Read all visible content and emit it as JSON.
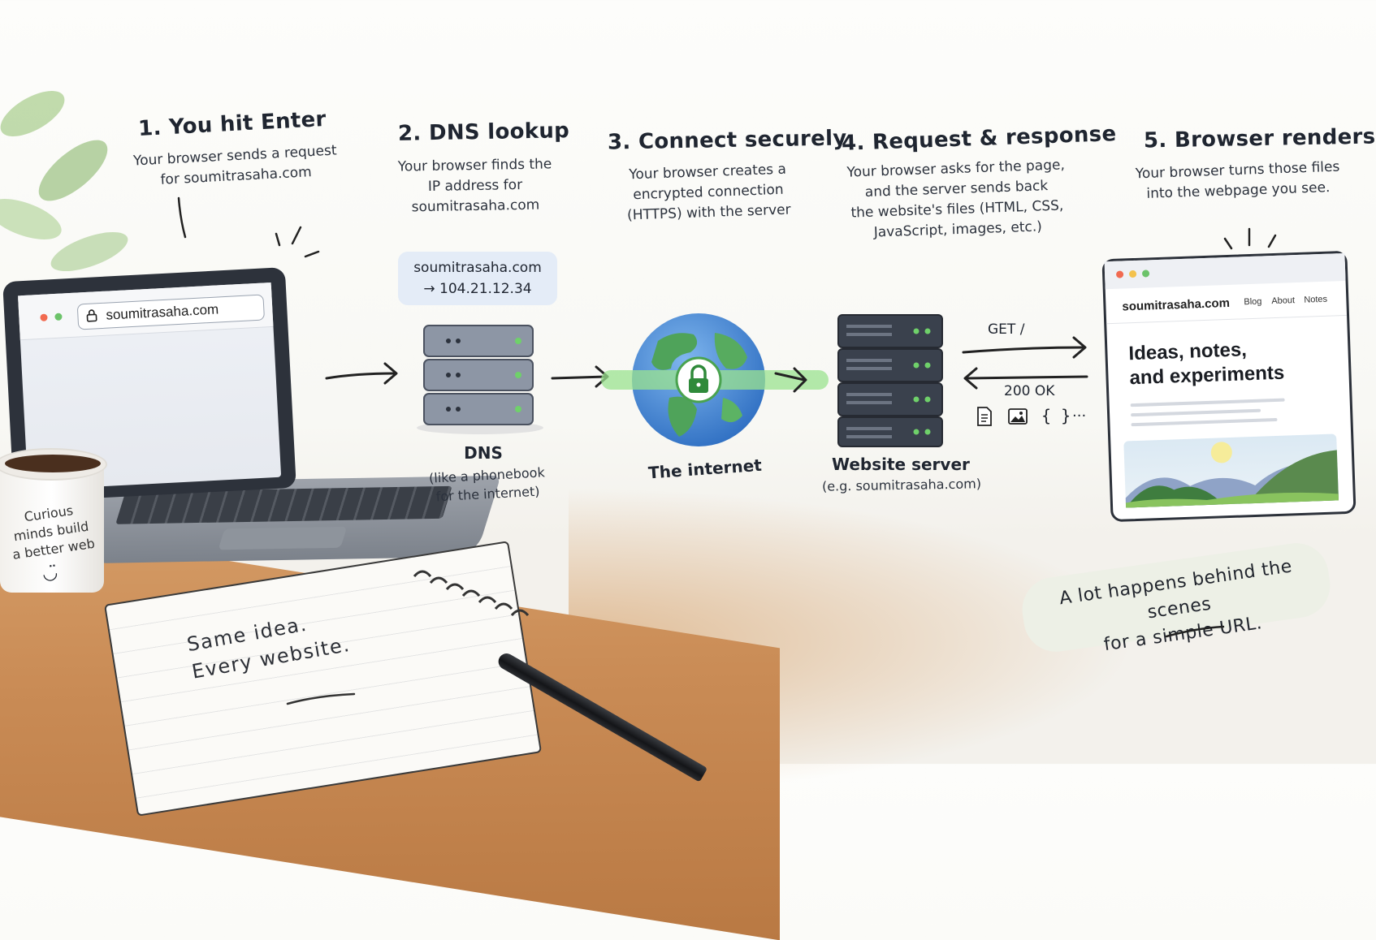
{
  "steps": [
    {
      "title": "1. You hit Enter",
      "desc": "Your browser sends a request\nfor soumitrasaha.com"
    },
    {
      "title": "2. DNS lookup",
      "desc": "Your browser finds the\nIP address for\nsoumitrasaha.com"
    },
    {
      "title": "3. Connect securely",
      "desc": "Your browser creates a\nencrypted connection\n(HTTPS) with the server"
    },
    {
      "title": "4. Request & response",
      "desc": "Your browser asks for the page,\nand the server sends back\nthe website's files (HTML, CSS,\nJavaScript, images, etc.)"
    },
    {
      "title": "5. Browser renders",
      "desc": "Your browser turns those files\ninto the webpage you see."
    }
  ],
  "laptop": {
    "url": "soumitrasaha.com",
    "icon": "lock-icon"
  },
  "dns": {
    "record_domain": "soumitrasaha.com",
    "record_ip": "→ 104.21.12.34",
    "caption": "DNS",
    "subcaption": "(like a phonebook\nfor the internet)"
  },
  "internet": {
    "caption": "The internet",
    "icon": "globe-lock-icon"
  },
  "server": {
    "caption": "Website server",
    "subcaption": "(e.g. soumitrasaha.com)"
  },
  "http": {
    "request": "GET /",
    "response": "200 OK",
    "files_more": "···"
  },
  "browser": {
    "site": "soumitrasaha.com",
    "nav": [
      "Blog",
      "About",
      "Notes"
    ],
    "hero": "Ideas, notes,\nand experiments"
  },
  "mug": {
    "text": "Curious\nminds build\na better web",
    "smiley": "◡̈"
  },
  "notebook": {
    "text": "Same idea.\nEvery website."
  },
  "note": {
    "text": "A lot happens behind the scenes\nfor a simple URL."
  },
  "colors": {
    "ink": "#1f2530",
    "server_gray": "#7d8594",
    "server_dark": "#3a414d",
    "led_green": "#6fd16a",
    "globe_blue": "#3b7fd4",
    "globe_green": "#4fa35a",
    "secure_glow": "#9be38f",
    "dns_card": "#e4ecf7",
    "desk": "#c98b55"
  }
}
